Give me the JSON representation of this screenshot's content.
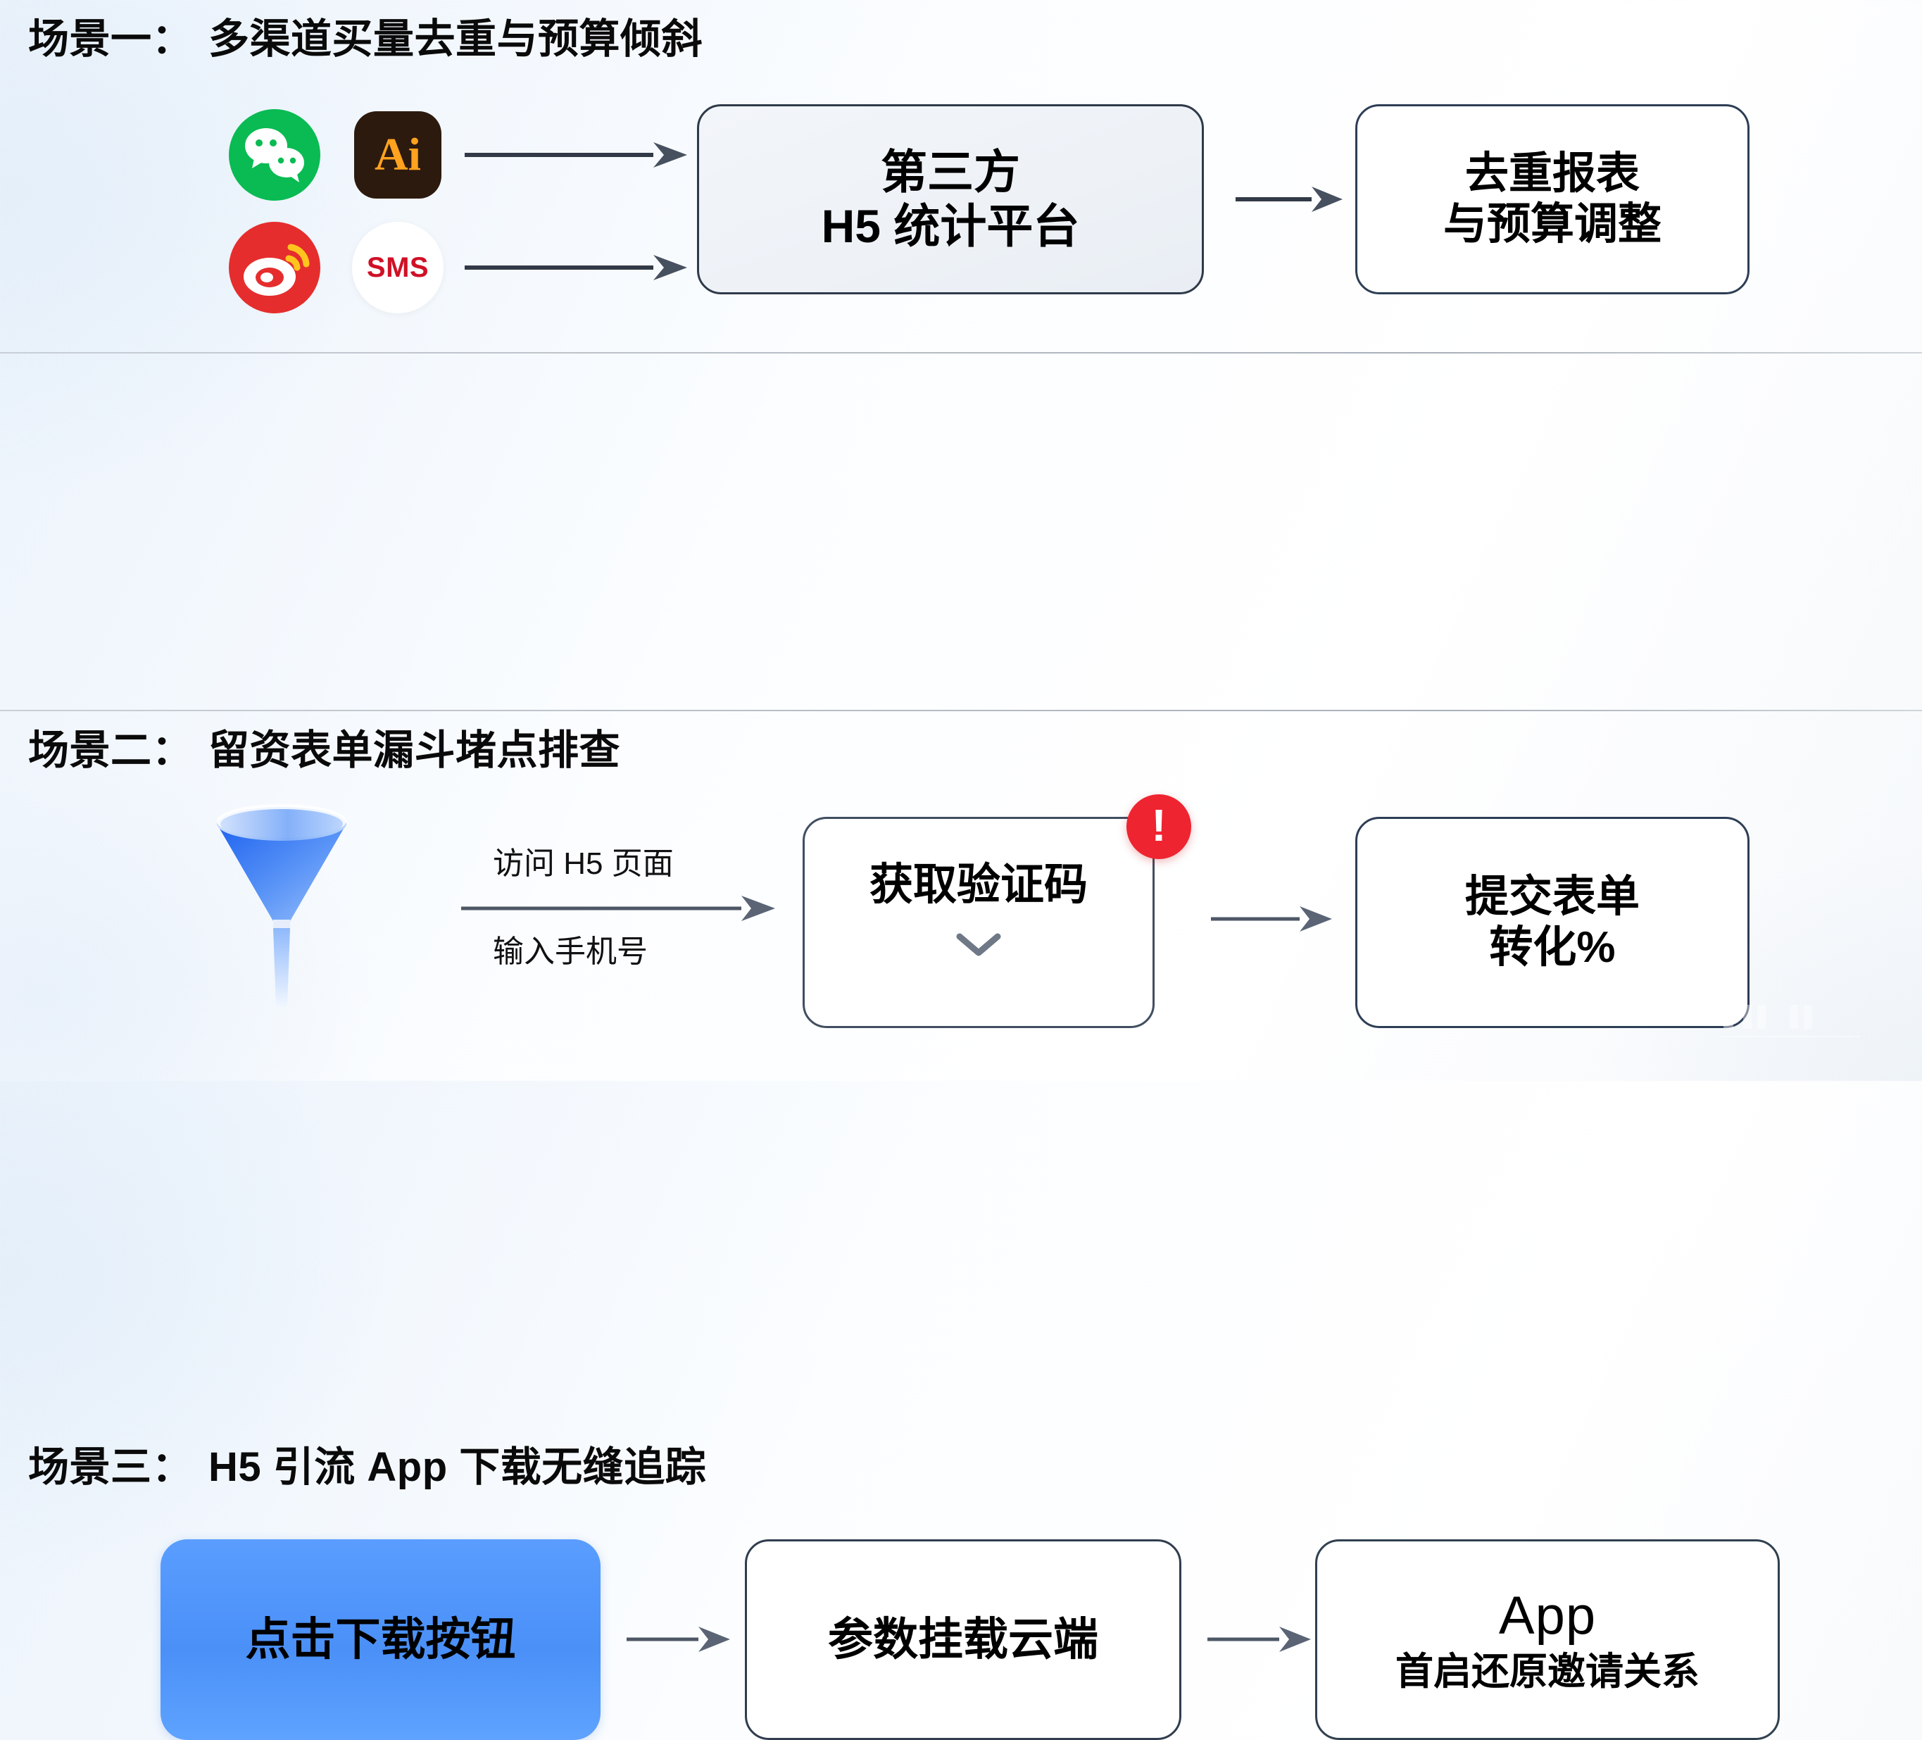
{
  "sections": [
    {
      "prefix": "场景一：",
      "title": "多渠道买量去重与预算倾斜",
      "icons": [
        {
          "name": "wechat-icon",
          "label": ""
        },
        {
          "name": "illustrator-icon",
          "label": "Ai"
        },
        {
          "name": "weibo-icon",
          "label": ""
        },
        {
          "name": "sms-icon",
          "label": "SMS"
        }
      ],
      "platform_node": {
        "line1": "第三方",
        "line2": "H5 统计平台"
      },
      "report_node": {
        "line1": "去重报表",
        "line2": "与预算调整"
      }
    },
    {
      "prefix": "场景二：",
      "title": "留资表单漏斗堵点排查",
      "funnel_icon": "funnel-icon",
      "edge_labels": {
        "top": "访问 H5 页面",
        "bottom": "输入手机号"
      },
      "code_node": {
        "line1": "获取验证码",
        "badge": "!",
        "chevron": "chevron-down-icon"
      },
      "submit_node": {
        "line1": "提交表单",
        "line2": "转化%"
      }
    },
    {
      "prefix": "场景三：",
      "title": "H5 引流 App 下载无缝追踪",
      "download_node": {
        "line1": "点击下载按钮"
      },
      "cloud_node": {
        "line1": "参数挂载云端"
      },
      "app_node": {
        "line1": "App",
        "line2": "首启还原邀请关系"
      }
    }
  ],
  "colors": {
    "wechat_green": "#09bb52",
    "weibo_red": "#e62d2d",
    "sms_red": "#cf1126",
    "illustrator_bg": "#2d1a0e",
    "illustrator_orange": "#ffa21f",
    "alert_red": "#ee2430",
    "download_blue": "#4a90f7",
    "funnel_blue": "#2f6ff0",
    "arrow_slate": "#47505f",
    "node_border": "#2f3a4a"
  }
}
